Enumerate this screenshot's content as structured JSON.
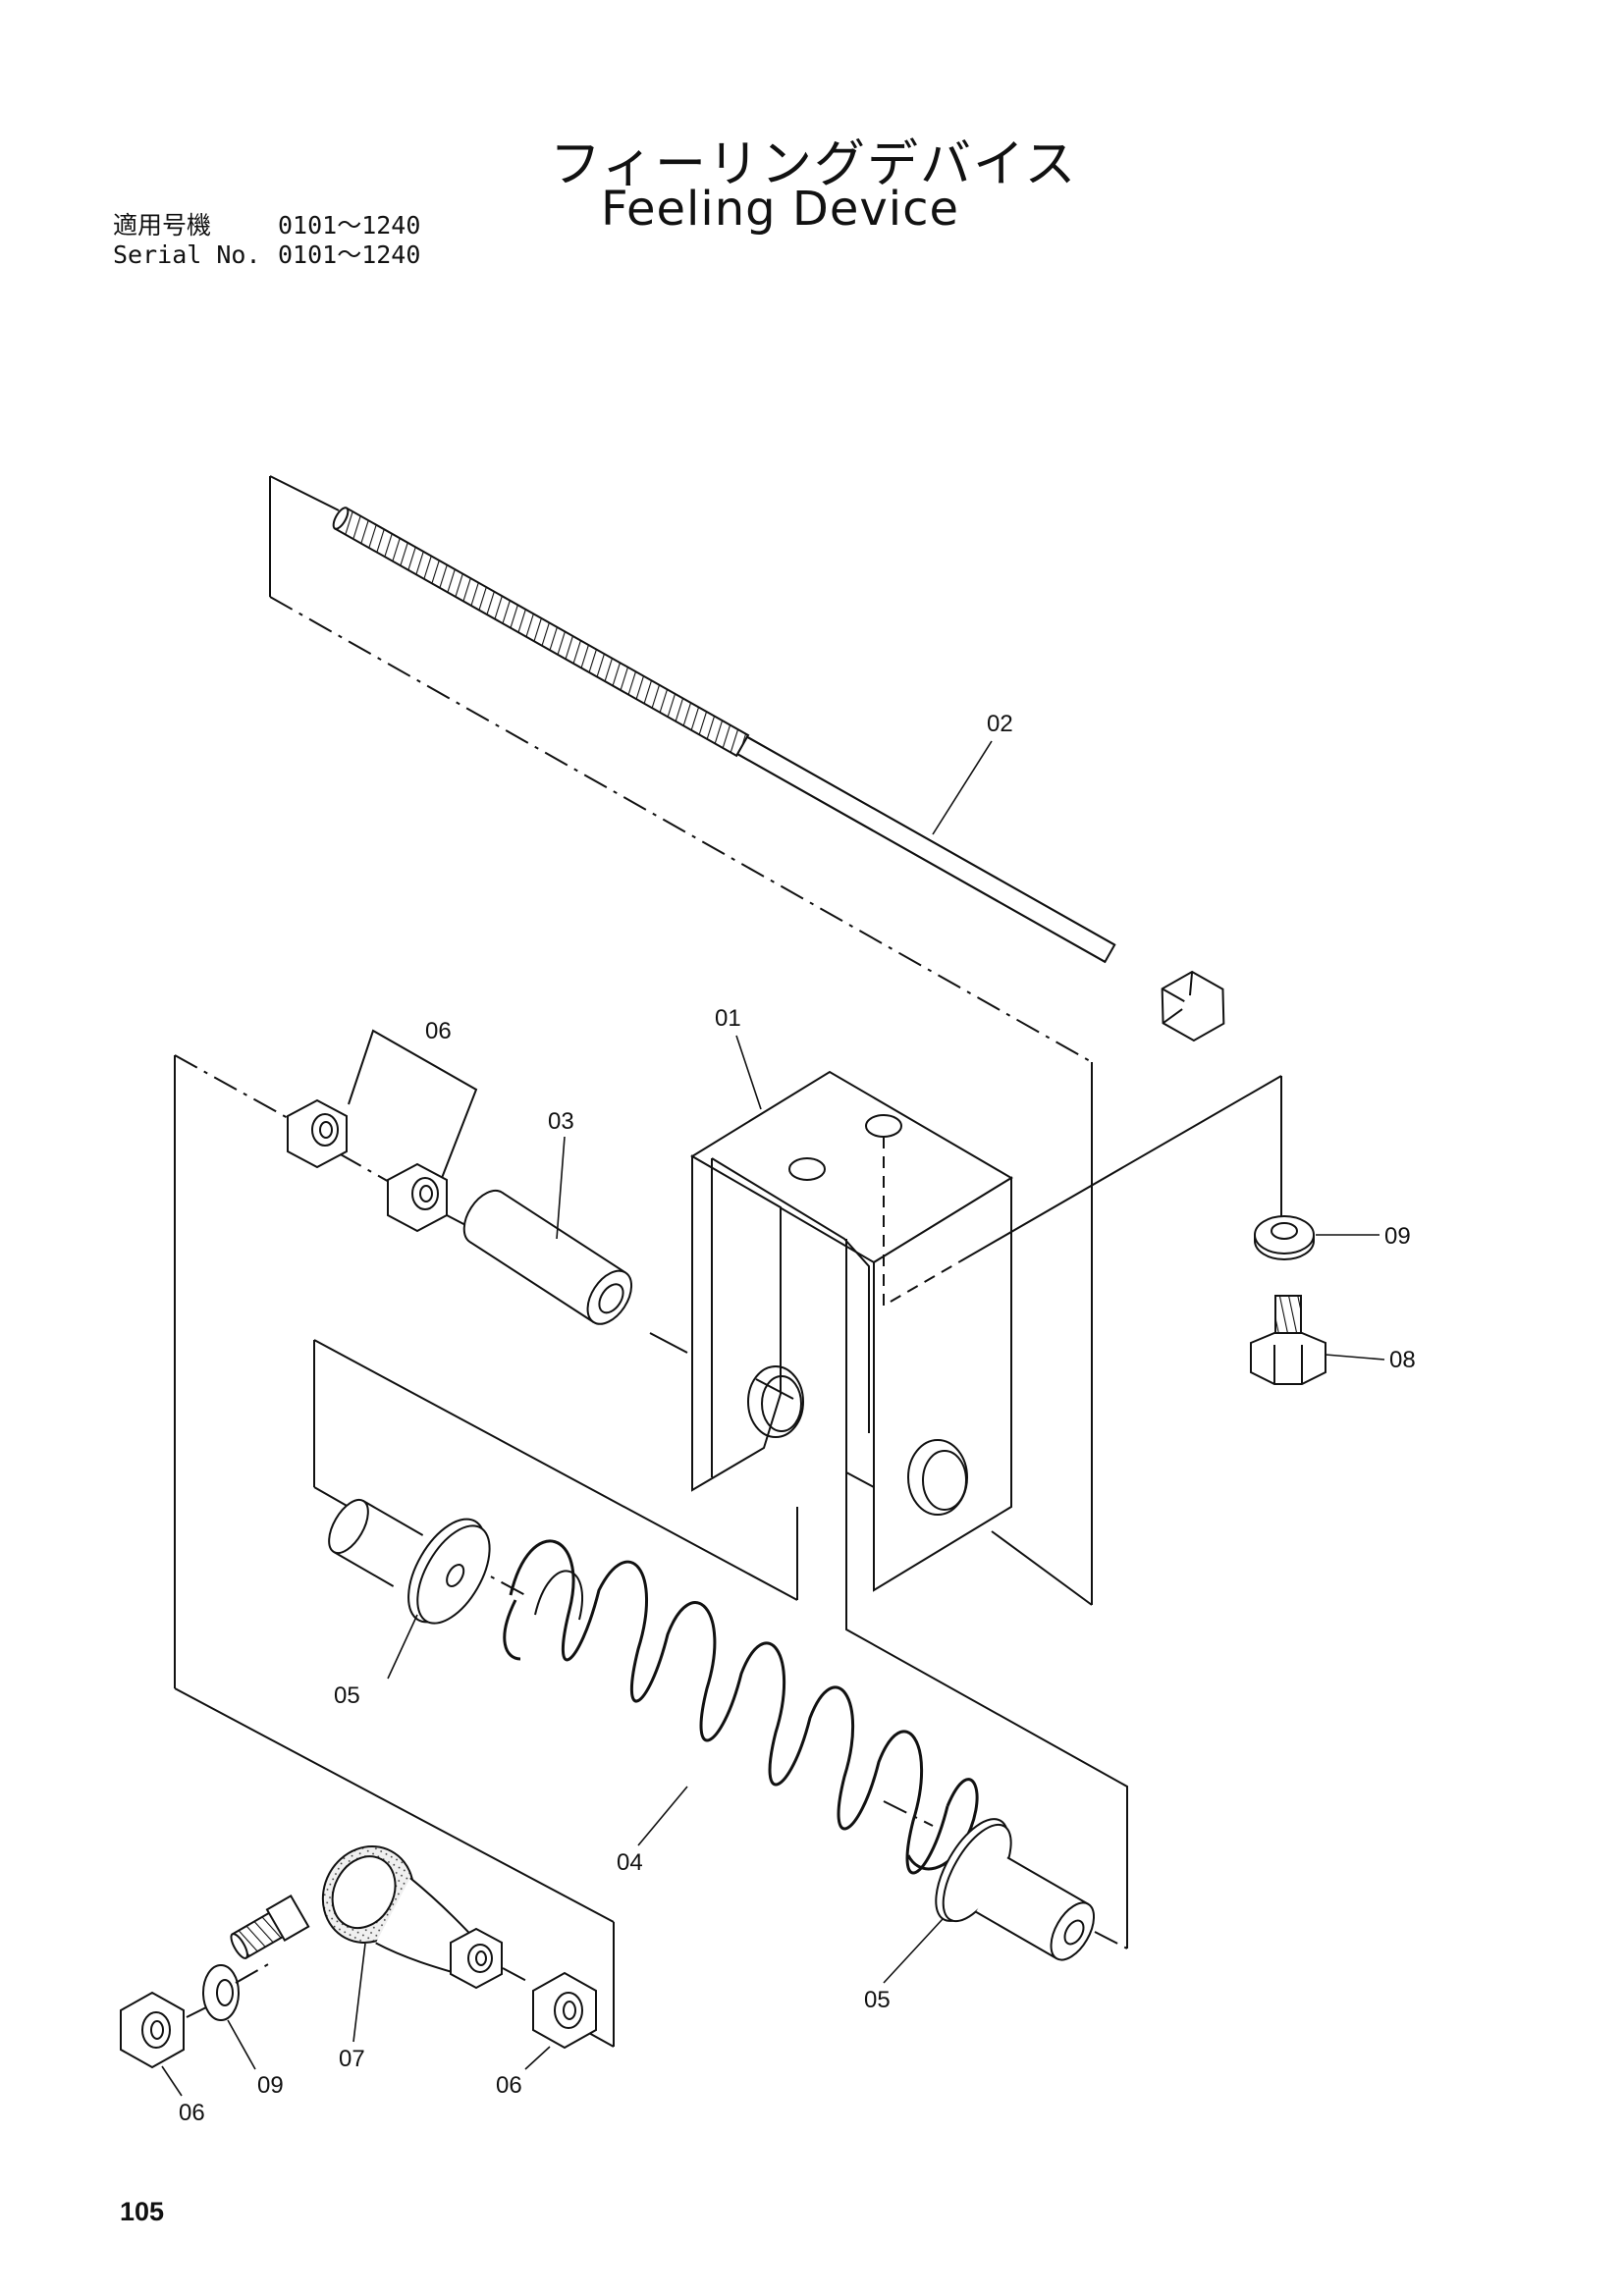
{
  "header": {
    "title_jp": "フィーリングデバイス",
    "title_en": "Feeling Device",
    "serial_jp_label": "適用号機",
    "serial_jp_range": "0101～1240",
    "serial_en_label": "Serial No.",
    "serial_en_range": "0101～1240"
  },
  "callouts": {
    "c01": "01",
    "c02": "02",
    "c03": "03",
    "c04": "04",
    "c05a": "05",
    "c05b": "05",
    "c06a": "06",
    "c06b": "06",
    "c06c": "06",
    "c07": "07",
    "c08": "08",
    "c09a": "09",
    "c09b": "09"
  },
  "footer": {
    "page_number": "105"
  }
}
